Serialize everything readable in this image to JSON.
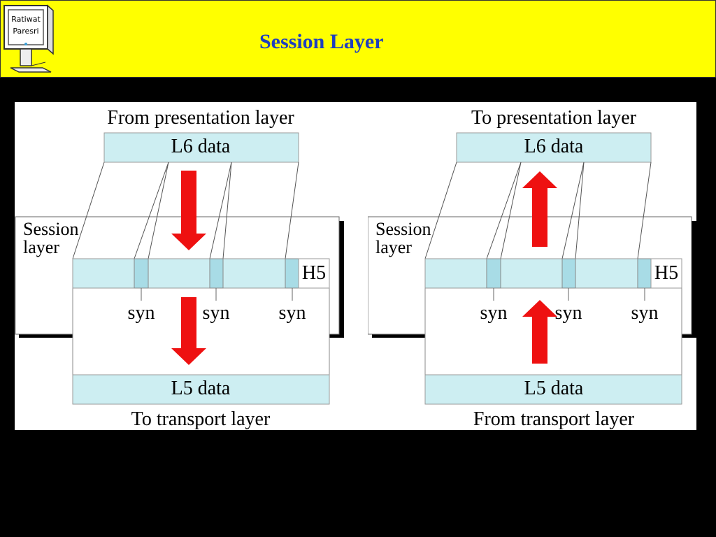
{
  "header": {
    "title": "Session Layer",
    "logo_text": [
      "Ratiwat",
      "Paresri"
    ],
    "background_color": "#ffff00",
    "title_color": "#1f3fbf"
  },
  "ghost_title": "Session Layer",
  "diagram": {
    "left": {
      "top_label": "From presentation layer",
      "l6_label": "L6 data",
      "session_label_line1": "Session",
      "session_label_line2": "layer",
      "header_label": "H5",
      "syn_labels": [
        "syn",
        "syn",
        "syn"
      ],
      "l5_label": "L5 data",
      "bottom_label": "To transport layer",
      "arrow_direction": "down"
    },
    "right": {
      "top_label": "To presentation layer",
      "l6_label": "L6 data",
      "session_label_line1": "Session",
      "session_label_line2": "layer",
      "header_label": "H5",
      "syn_labels": [
        "syn",
        "syn",
        "syn"
      ],
      "l5_label": "L5 data",
      "bottom_label": "From transport layer",
      "arrow_direction": "up"
    },
    "colors": {
      "data_fill": "#cdeef2",
      "syn_fill": "#a8dce6",
      "arrow": "#ee1111"
    }
  }
}
